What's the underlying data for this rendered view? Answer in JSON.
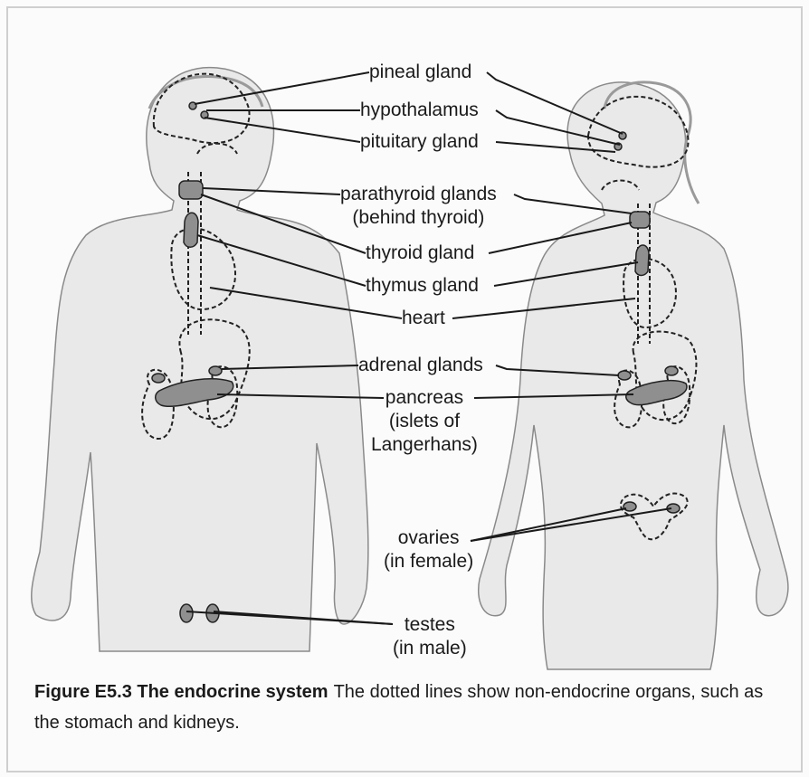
{
  "labels": {
    "pineal": "pineal gland",
    "hypothalamus": "hypothalamus",
    "pituitary": "pituitary gland",
    "parathyroid_1": "parathyroid glands",
    "parathyroid_2": "(behind thyroid)",
    "thyroid": "thyroid gland",
    "thymus": "thymus gland",
    "heart": "heart",
    "adrenal": "adrenal glands",
    "pancreas_1": "pancreas",
    "pancreas_2": "(islets of",
    "pancreas_3": "Langerhans)",
    "ovaries_1": "ovaries",
    "ovaries_2": "(in female)",
    "testes_1": "testes",
    "testes_2": "(in male)"
  },
  "caption": {
    "title": "Figure E5.3 The endocrine system",
    "text": "The dotted lines show non-endocrine organs, such as the stomach and kidneys."
  },
  "colors": {
    "body_fill": "#e9e9e9",
    "body_outline": "#8a8a8a",
    "gland_fill": "#8f8f8f",
    "leader_line": "#1a1a1a"
  }
}
